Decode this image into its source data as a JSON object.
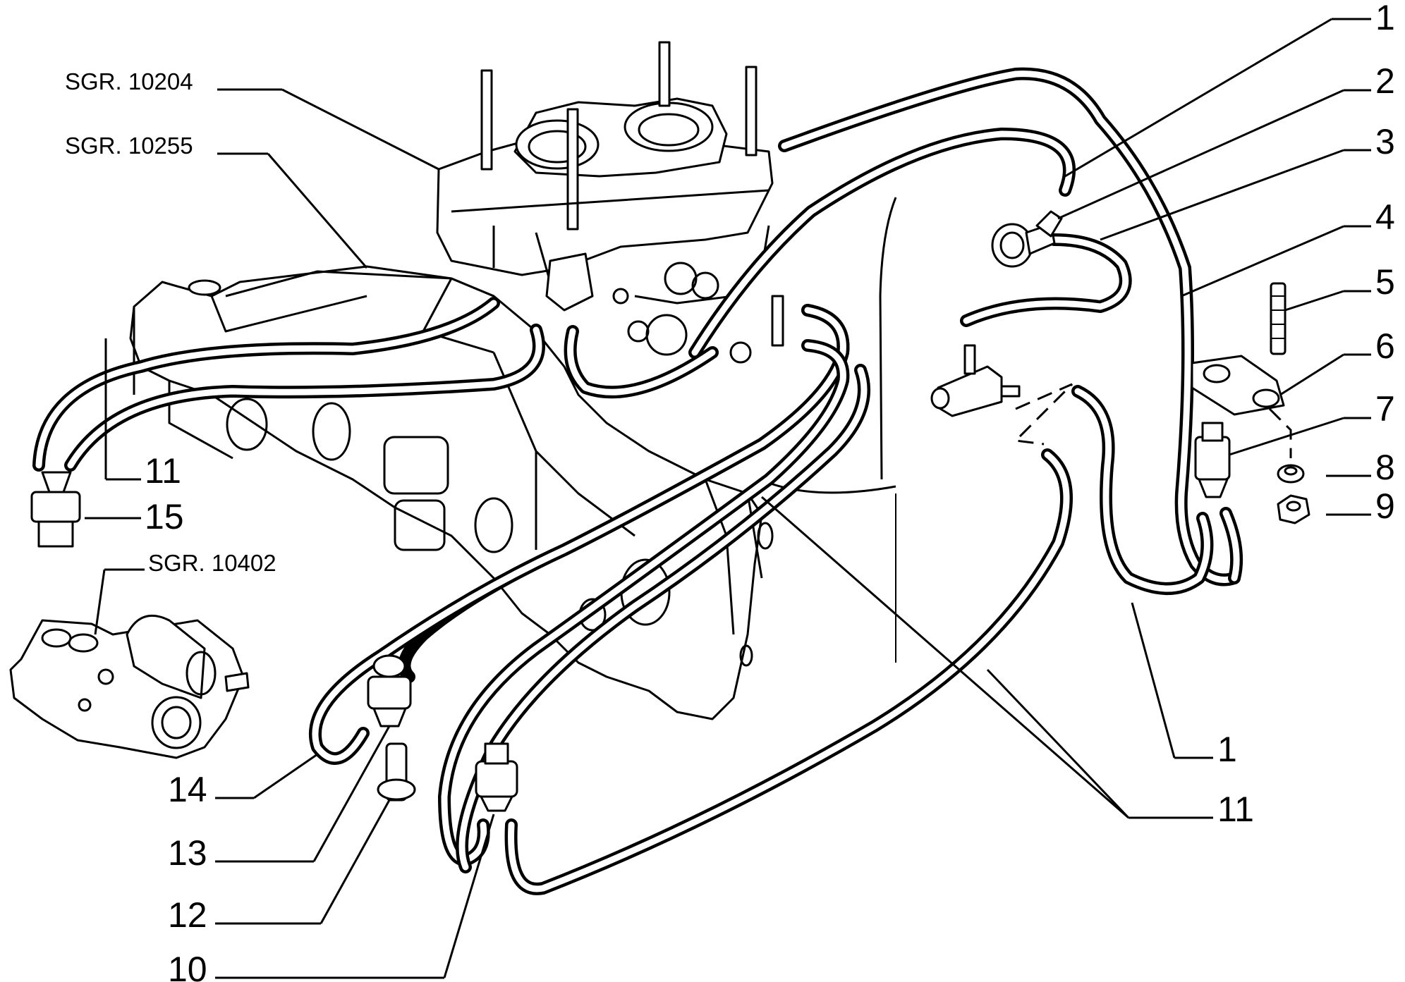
{
  "references": {
    "carburettor": "SGR. 10204",
    "manifold": "SGR. 10255",
    "thermostat": "SGR. 10402"
  },
  "callouts": {
    "c1_top": "1",
    "c2": "2",
    "c3": "3",
    "c4": "4",
    "c5": "5",
    "c6": "6",
    "c7": "7",
    "c8": "8",
    "c9": "9",
    "c1_bottom": "1",
    "c11_right": "11",
    "c11_left": "11",
    "c15": "15",
    "c14": "14",
    "c13": "13",
    "c12": "12",
    "c10": "10"
  }
}
